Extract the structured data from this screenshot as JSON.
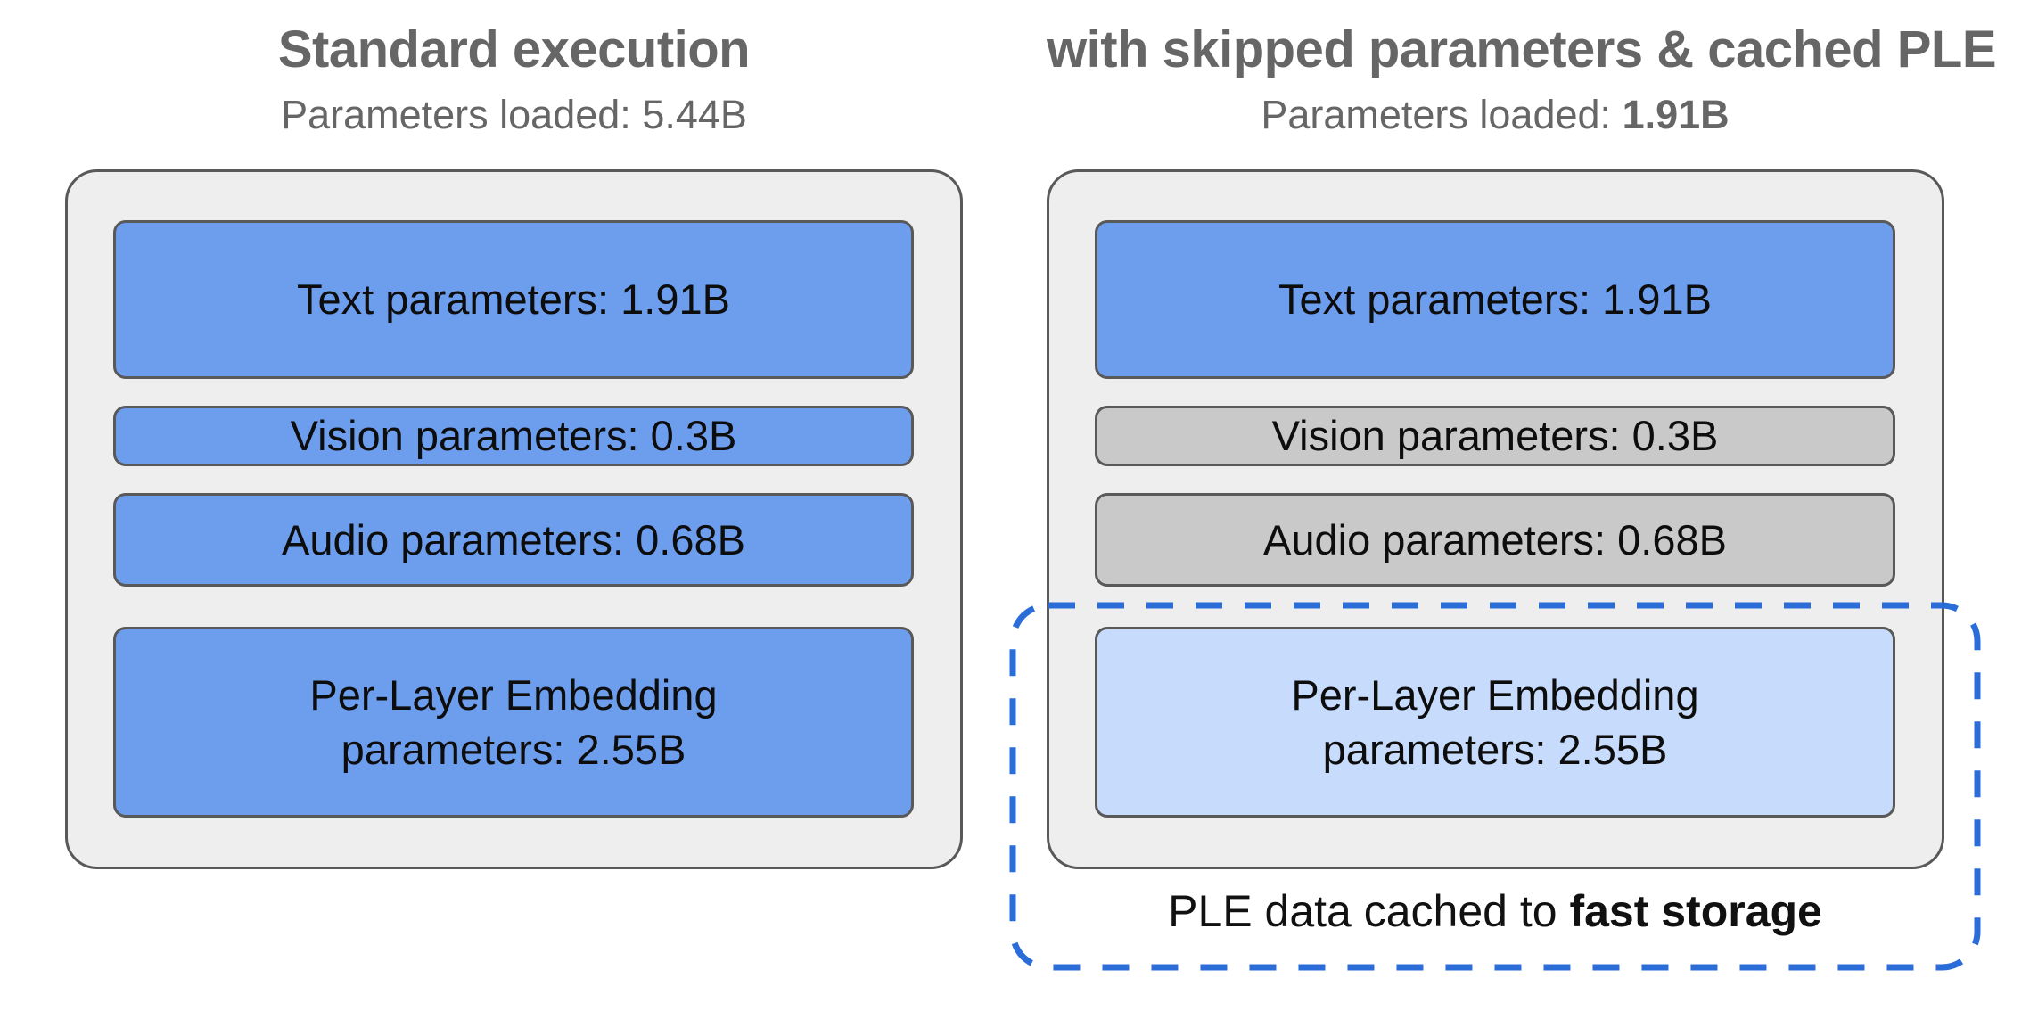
{
  "diagram": {
    "left": {
      "title": "Standard execution",
      "params_label": "Parameters loaded: ",
      "params_value": "5.44B",
      "boxes": [
        {
          "label": "Text parameters: 1.91B",
          "state": "loaded"
        },
        {
          "label": "Vision parameters: 0.3B",
          "state": "loaded"
        },
        {
          "label": "Audio parameters: 0.68B",
          "state": "loaded"
        },
        {
          "label": "Per-Layer Embedding parameters: 2.55B",
          "state": "loaded"
        }
      ]
    },
    "right": {
      "title": "with skipped parameters & cached PLE",
      "params_label": "Parameters loaded: ",
      "params_value": "1.91B",
      "boxes": [
        {
          "label": "Text parameters: 1.91B",
          "state": "loaded"
        },
        {
          "label": "Vision parameters: 0.3B",
          "state": "skipped"
        },
        {
          "label": "Audio parameters: 0.68B",
          "state": "skipped"
        },
        {
          "label": "Per-Layer Embedding parameters: 2.55B",
          "state": "cached"
        }
      ],
      "caption_prefix": "PLE data cached to ",
      "caption_bold": "fast storage"
    },
    "colors": {
      "loaded_blue": "#6d9eee",
      "skipped_gray": "#c9c9c9",
      "cached_light_blue": "#c7dbfc",
      "container_bg": "#eeeeee",
      "outline_gray": "#595959",
      "dashed_blue": "#2a6cd8",
      "heading_gray": "#666666"
    }
  }
}
